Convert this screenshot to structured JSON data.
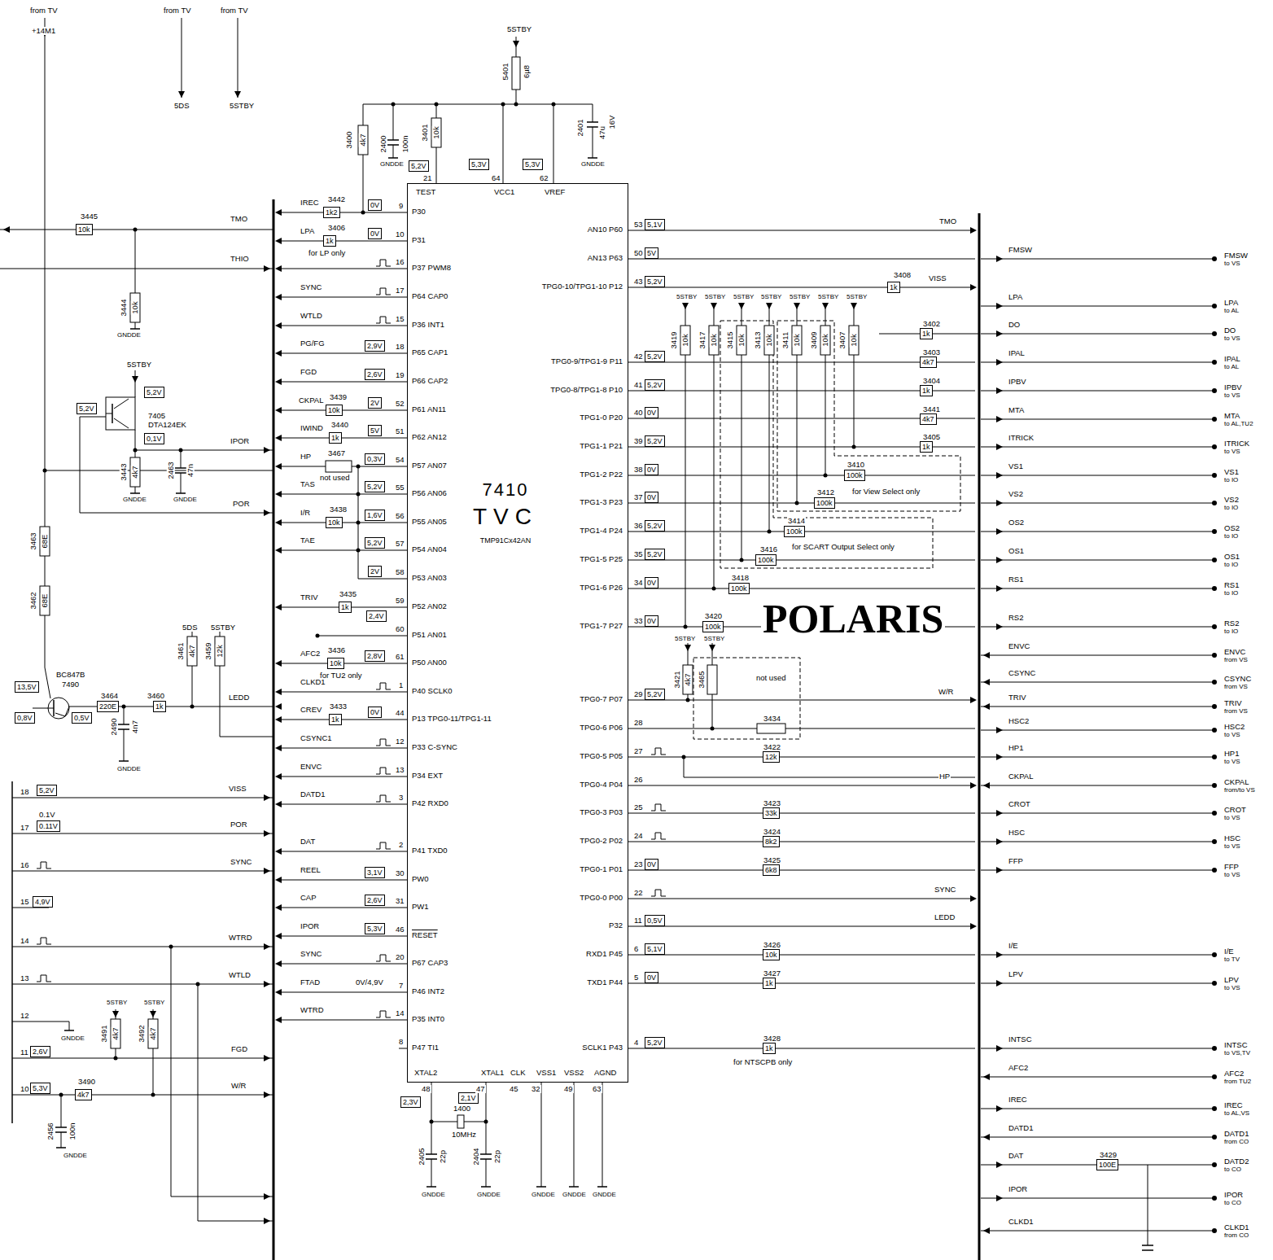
{
  "diagram": {
    "nodes": [
      {
        "text": [
          "7410",
          "TVC",
          "TMP91Cx42AN"
        ]
      },
      {
        "text": [
          "5,2V"
        ]
      },
      {
        "text": [
          "5,3V"
        ]
      },
      {
        "text": [
          "5,3V"
        ]
      },
      {
        "text": [
          "1k2"
        ]
      },
      {
        "text": [
          "0V"
        ]
      },
      {
        "text": [
          "1k"
        ]
      },
      {
        "text": [
          "0V"
        ]
      },
      {
        "text": [
          "2,9V"
        ]
      },
      {
        "text": [
          "2,6V"
        ]
      },
      {
        "text": [
          "10k"
        ]
      },
      {
        "text": [
          "2V"
        ]
      },
      {
        "text": [
          "1k"
        ]
      },
      {
        "text": [
          "5V"
        ]
      },
      {
        "text": [
          "0,3V"
        ]
      },
      {
        "text": [
          "5,2V"
        ]
      },
      {
        "text": [
          "10k"
        ]
      },
      {
        "text": [
          "1,6V"
        ]
      },
      {
        "text": [
          "5,2V"
        ]
      },
      {
        "text": [
          "2V"
        ]
      },
      {
        "text": [
          "1k"
        ]
      },
      {
        "text": [
          "2,4V"
        ]
      },
      {
        "text": [
          "10k"
        ]
      },
      {
        "text": [
          "2,8V"
        ]
      },
      {
        "text": [
          "1k"
        ]
      },
      {
        "text": [
          "0V"
        ]
      },
      {
        "text": [
          "3,1V"
        ]
      },
      {
        "text": [
          "2,6V"
        ]
      },
      {
        "text": [
          "5,3V"
        ]
      },
      {
        "text": [
          "2,3V"
        ]
      },
      {
        "text": [
          "2,1V"
        ]
      },
      {
        "text": [
          "5,1V"
        ]
      },
      {
        "text": [
          "5V"
        ]
      },
      {
        "text": [
          "5,2V"
        ]
      },
      {
        "text": [
          "1k"
        ]
      },
      {
        "text": [
          "5,2V"
        ]
      },
      {
        "text": [
          "5,2V"
        ]
      },
      {
        "text": [
          "0V"
        ]
      },
      {
        "text": [
          "5,2V"
        ]
      },
      {
        "text": [
          "0V"
        ]
      },
      {
        "text": [
          "0V"
        ]
      },
      {
        "text": [
          "5,2V"
        ]
      },
      {
        "text": [
          "5,2V"
        ]
      },
      {
        "text": [
          "0V"
        ]
      },
      {
        "text": [
          "0V"
        ]
      },
      {
        "text": [
          "5,2V"
        ]
      },
      {
        "text": [
          "0V"
        ]
      },
      {
        "text": [
          "0,5V"
        ]
      },
      {
        "text": [
          "5,1V"
        ]
      },
      {
        "text": [
          "0V"
        ]
      },
      {
        "text": [
          "5,2V"
        ]
      },
      {
        "text": [
          "1k"
        ]
      },
      {
        "text": [
          "4k7"
        ]
      },
      {
        "text": [
          "1k"
        ]
      },
      {
        "text": [
          "4k7"
        ]
      },
      {
        "text": [
          "1k"
        ]
      },
      {
        "text": [
          "100k"
        ]
      },
      {
        "text": [
          "100k"
        ]
      },
      {
        "text": [
          "100k"
        ]
      },
      {
        "text": [
          "100k"
        ]
      },
      {
        "text": [
          "100k"
        ]
      },
      {
        "text": [
          "100k"
        ]
      },
      {
        "text": [
          "12k"
        ]
      },
      {
        "text": [
          "33k"
        ]
      },
      {
        "text": [
          "8k2"
        ]
      },
      {
        "text": [
          "6k8"
        ]
      },
      {
        "text": [
          "10k"
        ]
      },
      {
        "text": [
          "1k"
        ]
      },
      {
        "text": [
          "1k"
        ]
      },
      {
        "text": [
          "100E"
        ]
      },
      {
        "text": [
          "10k"
        ]
      },
      {
        "text": [
          "5,2V"
        ]
      },
      {
        "text": [
          "5,2V"
        ]
      },
      {
        "text": [
          "0,1V"
        ]
      },
      {
        "text": [
          "13,5V"
        ]
      },
      {
        "text": [
          "0,8V"
        ]
      },
      {
        "text": [
          "0,5V"
        ]
      },
      {
        "text": [
          "220E"
        ]
      },
      {
        "text": [
          "1k"
        ]
      },
      {
        "text": [
          "5,2V"
        ]
      },
      {
        "text": [
          "0.11V"
        ]
      },
      {
        "text": [
          "4,9V"
        ]
      },
      {
        "text": [
          "2,6V"
        ]
      },
      {
        "text": [
          "5,3V"
        ]
      },
      {
        "text": [
          "4k7"
        ]
      }
    ],
    "labels": [
      "from TV",
      "+14M1",
      "from TV",
      "5DS",
      "from TV",
      "5STBY",
      "5STBY",
      "5401",
      "6µ8",
      "3400",
      "4k7",
      "2400",
      "100n",
      "GNDDE",
      "3401",
      "10k",
      "21",
      "TEST",
      "64",
      "VCC1",
      "62",
      "VREF",
      "2401",
      "47u",
      "16V",
      "GNDDE",
      "IREC",
      "3442",
      "9",
      "P30",
      "LPA",
      "3406",
      "for LP only",
      "10",
      "P31",
      "THIO",
      "16",
      "P37 PWM8",
      "SYNC",
      "17",
      "P64 CAP0",
      "WTLD",
      "15",
      "P36 INT1",
      "PG/FG",
      "18",
      "P65 CAP1",
      "FGD",
      "19",
      "P66 CAP2",
      "CKPAL",
      "3439",
      "52",
      "P61 AN11",
      "IWIND",
      "3440",
      "51",
      "P62 AN12",
      "HP",
      "3467",
      "not used",
      "54",
      "P57 AN07",
      "TAS",
      "55",
      "P56 AN06",
      "I/R",
      "3438",
      "56",
      "P55 AN05",
      "TAE",
      "57",
      "P54 AN04",
      "58",
      "P53 AN03",
      "TRIV",
      "3435",
      "59",
      "P52 AN02",
      "60",
      "P51 AN01",
      "AFC2",
      "3436",
      "for TU2 only",
      "61",
      "P50 AN00",
      "CLKD1",
      "1",
      "P40 SCLK0",
      "CREV",
      "3433",
      "44",
      "P13 TPG0-11/TPG1-11",
      "CSYNC1",
      "12",
      "P33 C-SYNC",
      "ENVC",
      "13",
      "P34 EXT",
      "DATD1",
      "3",
      "P42 RXD0",
      "DAT",
      "2",
      "P41 TXD0",
      "REEL",
      "30",
      "PW0",
      "CAP",
      "31",
      "PW1",
      "IPOR",
      "46",
      "RESET",
      "SYNC",
      "20",
      "P67 CAP3",
      "FTAD",
      "0V/4,9V",
      "7",
      "P46 INT2",
      "WTRD",
      "14",
      "P35 INT0",
      "8",
      "P47 TI1",
      "XTAL2",
      "XTAL1",
      "CLK",
      "VSS1",
      "VSS2",
      "AGND",
      "48",
      "47",
      "45",
      "32",
      "49",
      "63",
      "1400",
      "10MHz",
      "2405",
      "22p",
      "2404",
      "22p",
      "GNDDE",
      "GNDDE",
      "GNDDE",
      "GNDDE",
      "GNDDE",
      "AN10 P60",
      "53",
      "AN13 P63",
      "50",
      "TPG0-10/TPG1-10 P12",
      "43",
      "TPG0-9/TPG1-9 P11",
      "42",
      "TPG0-8/TPG1-8 P10",
      "41",
      "TPG1-0 P20",
      "40",
      "TPG1-1 P21",
      "39",
      "TPG1-2 P22",
      "38",
      "TPG1-3 P23",
      "37",
      "TPG1-4 P24",
      "36",
      "TPG1-5 P25",
      "35",
      "TPG1-6 P26",
      "34",
      "TPG1-7 P27",
      "33",
      "TPG0-7 P07",
      "29",
      "TPG0-6 P06",
      "28",
      "TPG0-5 P05",
      "27",
      "TPG0-4 P04",
      "26",
      "TPG0-3 P03",
      "25",
      "TPG0-2 P02",
      "24",
      "TPG0-1 P01",
      "23",
      "TPG0-0 P00",
      "22",
      "P32",
      "11",
      "RXD1 P45",
      "6",
      "TXD1 P44",
      "5",
      "SCLK1 P43",
      "4",
      "TMO",
      "3408",
      "VISS",
      "W/R",
      "HP",
      "SYNC",
      "LEDD",
      "5STBY",
      "5STBY",
      "5STBY",
      "5STBY",
      "5STBY",
      "5STBY",
      "5STBY",
      "3419",
      "10k",
      "3417",
      "10k",
      "3415",
      "10k",
      "3413",
      "10k",
      "3411",
      "10k",
      "3409",
      "10k",
      "3407",
      "10k",
      "3402",
      "3403",
      "3404",
      "3441",
      "3405",
      "3410",
      "for View Select only",
      "3412",
      "3414",
      "for SCART Output Select only",
      "3416",
      "3418",
      "3420",
      "POLARIS",
      "5STBY",
      "5STBY",
      "3421",
      "4k7",
      "3465",
      "not used",
      "3434",
      "3422",
      "3423",
      "3424",
      "3425",
      "3426",
      "3427",
      "3428",
      "for NTSCPB only",
      "FMSW",
      "FMSW",
      "to VS",
      "LPA",
      "LPA",
      "to AL",
      "DO",
      "DO",
      "to VS",
      "IPAL",
      "IPAL",
      "to AL",
      "IPBV",
      "IPBV",
      "to VS",
      "MTA",
      "MTA",
      "to AL,TU2",
      "ITRICK",
      "ITRICK",
      "to VS",
      "VS1",
      "VS1",
      "to IO",
      "VS2",
      "VS2",
      "to IO",
      "OS2",
      "OS2",
      "to IO",
      "OS1",
      "OS1",
      "to IO",
      "RS1",
      "RS1",
      "to IO",
      "RS2",
      "RS2",
      "to IO",
      "ENVC",
      "ENVC",
      "from VS",
      "CSYNC",
      "CSYNC",
      "from VS",
      "TRIV",
      "TRIV",
      "from VS",
      "HSC2",
      "HSC2",
      "to VS",
      "HP1",
      "HP1",
      "to VS",
      "CKPAL",
      "CKPAL",
      "from/to VS",
      "CROT",
      "CROT",
      "to VS",
      "HSC",
      "HSC",
      "to VS",
      "FFP",
      "FFP",
      "to VS",
      "I/E",
      "I/E",
      "to TV",
      "LPV",
      "LPV",
      "to VS",
      "INTSC",
      "INTSC",
      "to VS,TV",
      "AFC2",
      "AFC2",
      "from TU2",
      "IREC",
      "IREC",
      "to AL,VS",
      "DATD1",
      "DATD1",
      "from CO",
      "DAT",
      "3429",
      "DATD2",
      "to CO",
      "IPOR",
      "IPOR",
      "to CO",
      "CLKD1",
      "CLKD1",
      "from CO",
      "TMO",
      "3445",
      "3444",
      "10k",
      "GNDDE",
      "5STBY",
      "7405",
      "DTA124EK",
      "IPOR",
      "3443",
      "4k7",
      "2463",
      "47n",
      "GNDDE",
      "GNDDE",
      "POR",
      "3463",
      "68E",
      "3462",
      "68E",
      "5DS",
      "5STBY",
      "3461",
      "4k7",
      "3459",
      "12k",
      "BC847B",
      "7490",
      "3464",
      "3460",
      "LEDD",
      "2490",
      "4n7",
      "GNDDE",
      "18",
      "VISS",
      "0.1V",
      "17",
      "POR",
      "16",
      "SYNC",
      "15",
      "14",
      "WTRD",
      "13",
      "WTLD",
      "12",
      "GNDDE",
      "5STBY",
      "5STBY",
      "3491",
      "4k7",
      "3492",
      "4k7",
      "11",
      "FGD",
      "10",
      "3490",
      "W/R",
      "2456",
      "100n",
      "GNDDE"
    ]
  }
}
